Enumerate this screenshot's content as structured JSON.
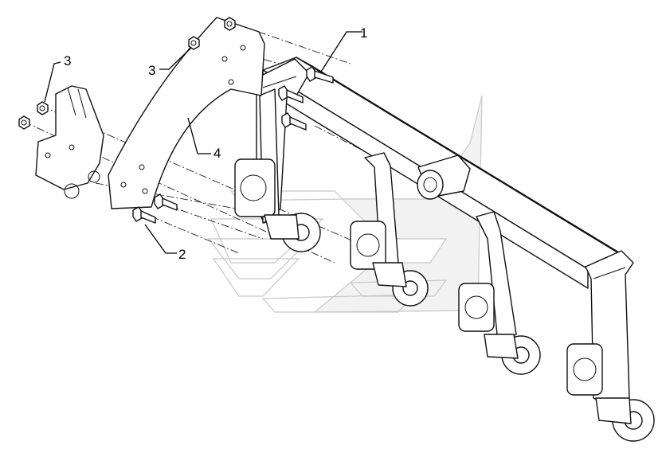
{
  "callouts": [
    {
      "id": "c1",
      "label": "1"
    },
    {
      "id": "c2",
      "label": "2"
    },
    {
      "id": "c3a",
      "label": "3"
    },
    {
      "id": "c3b",
      "label": "3"
    },
    {
      "id": "c4",
      "label": "4"
    }
  ],
  "colors": {
    "line": "#111111",
    "watermark": "#c8c8c8",
    "background": "#ffffff"
  }
}
